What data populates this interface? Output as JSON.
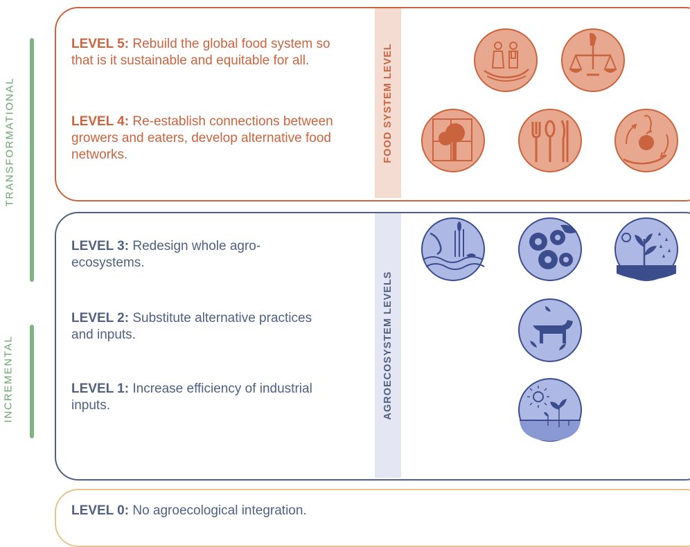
{
  "side_labels": {
    "transformational": "TRANSFORMATIONAL",
    "incremental": "INCREMENTAL"
  },
  "bands": {
    "food_system": "FOOD SYSTEM LEVEL",
    "agroecosystem": "AGROECOSYSTEM LEVELS"
  },
  "levels": {
    "l5": {
      "label": "LEVEL 5:",
      "text": "Rebuild the global food system so that is it sustainable and equitable for all."
    },
    "l4": {
      "label": "LEVEL 4:",
      "text": "Re-establish connections between growers and eaters, develop alternative food networks."
    },
    "l3": {
      "label": "LEVEL 3:",
      "text": "Redesign whole agro-ecosystems."
    },
    "l2": {
      "label": "LEVEL 2:",
      "text": "Substitute alternative practices and inputs."
    },
    "l1": {
      "label": "LEVEL 1:",
      "text": "Increase efficiency of industrial inputs."
    },
    "l0": {
      "label": "LEVEL 0:",
      "text": "No agroecological integration."
    }
  },
  "icons": {
    "food": [
      "farmers-in-hand-icon",
      "justice-scale-icon",
      "tree-map-icon",
      "utensils-icon",
      "apple-cycle-icon"
    ],
    "agro": [
      "ecosystem-animals-icon",
      "gears-icon",
      "plant-sun-rain-icon",
      "cow-cycle-icon",
      "sun-seedlings-icon"
    ]
  },
  "colors": {
    "food": "#c9643f",
    "food_fill": "#e8a88f",
    "agro": "#4f6083",
    "agro_fill": "#aeb8e4",
    "agro_icon_stroke": "#3c4d8e",
    "level0": "#e6c48c",
    "side": "#6aa56b"
  }
}
